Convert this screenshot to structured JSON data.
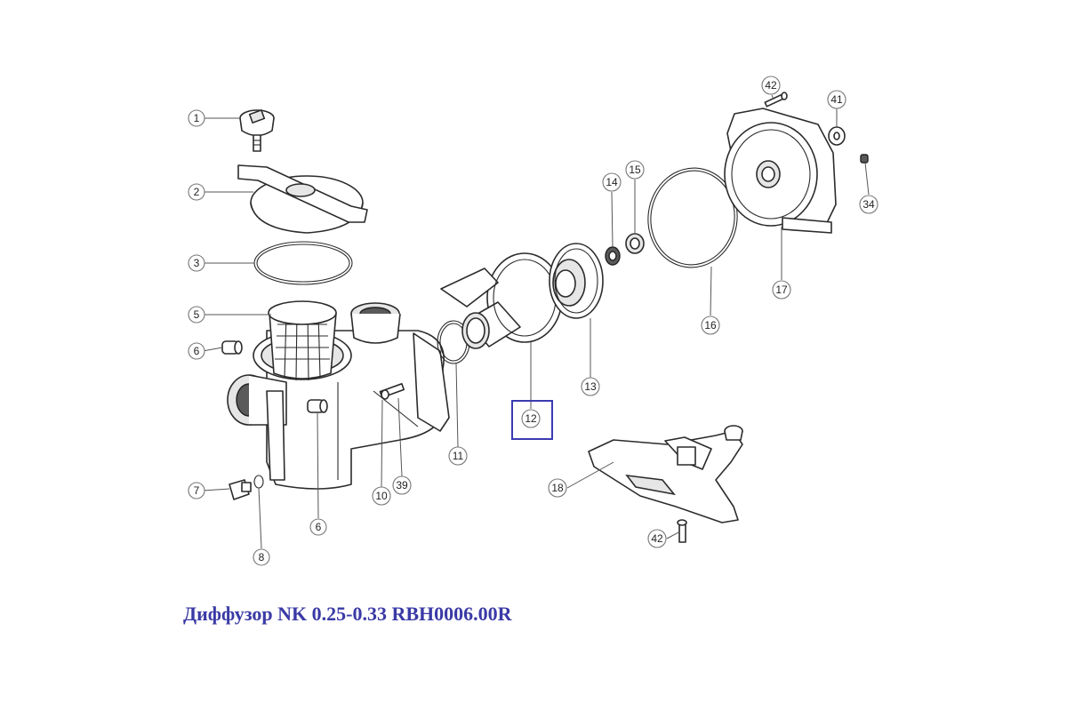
{
  "caption": "Диффузор NK 0.25-0.33 RBH0006.00R",
  "highlight_color": "#3b3bb0",
  "highlighted_part": "12",
  "callouts": {
    "c1": "1",
    "c2": "2",
    "c3": "3",
    "c5": "5",
    "c6a": "6",
    "c6b": "6",
    "c7": "7",
    "c8": "8",
    "c10": "10",
    "c11": "11",
    "c12": "12",
    "c13": "13",
    "c14": "14",
    "c15": "15",
    "c16": "16",
    "c17": "17",
    "c18": "18",
    "c34": "34",
    "c39": "39",
    "c41": "41",
    "c42a": "42",
    "c42b": "42"
  }
}
